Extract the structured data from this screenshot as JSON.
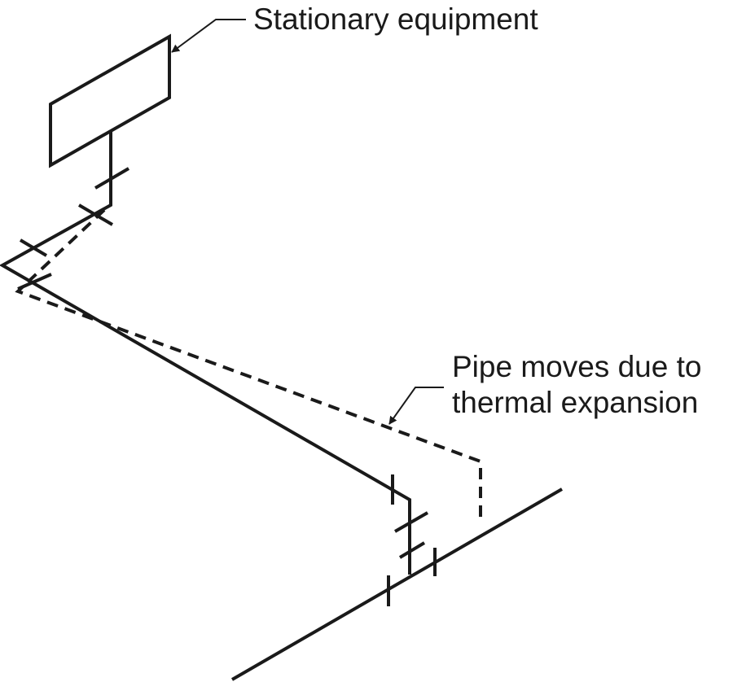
{
  "diagram": {
    "title": "Piping thermal expansion isometric sketch",
    "labels": {
      "equipment": "Stationary equipment",
      "movement_line1": "Pipe moves due to",
      "movement_line2": "thermal expansion"
    },
    "components": [
      {
        "id": "equipment",
        "kind": "stationary equipment box"
      },
      {
        "id": "pipe-original",
        "kind": "pipe run (solid, original position)"
      },
      {
        "id": "pipe-displaced",
        "kind": "pipe run (dashed, displaced by thermal expansion)"
      },
      {
        "id": "header-pipe",
        "kind": "main header pipe"
      }
    ],
    "colors": {
      "ink": "#1a1a1a",
      "background": "#ffffff"
    }
  }
}
